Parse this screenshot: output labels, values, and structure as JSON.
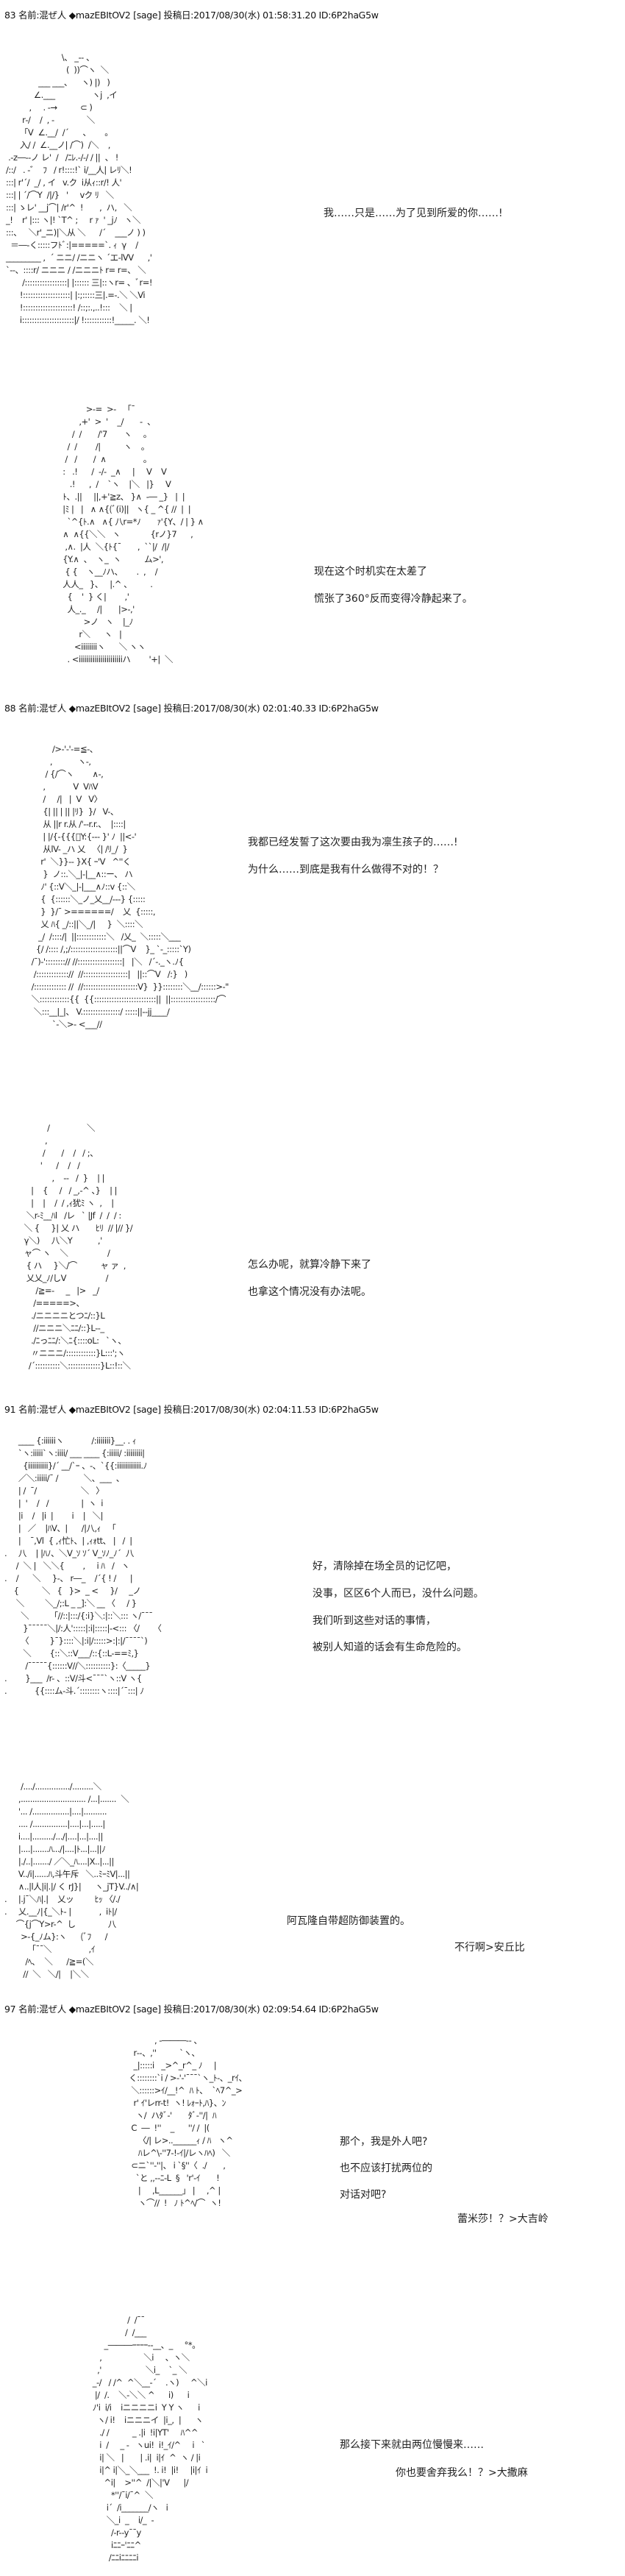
{
  "posts": [
    {
      "header": "83 名前:混ぜ人 ◆mazEBItOV2 [sage] 投稿日:2017/08/30(水) 01:58:31.20 ID:6P2haG5w",
      "panels": [
        {
          "art": [
            "                        \\、 _-- 、",
            "                          (  ))⌒ヽ  ＼",
            "              ___ ___、    ヽ) |)   )",
            "            ∠.___                ヽj  ,イ",
            "          ,     . -→          ⊂ )",
            "       r‐/    /  , -              ＼",
            "      「V  ∠.__/  /´      、      。",
            "      入/ /  ∠.__ノ| /⌒)  /＼    ,",
            " .-z―‐-ノ レ'  /   /ﾆﾚ.-/-/ / ||  、 !",
            "/::/   . -゛  ﾌ   / r!::::!` i/__人| レﾘ＼!",
            ":::| r'´/  _/ , イ   v.ク  i从ｨ::r/! 人'",
            ":::| | ´/⌒Y  /|/}   '     vク ﾘ   ＼",
            ":::| ゝレ' __j⌒| /r'^  !       ,  ハ,   ＼",
            "_!    r' |::: ヽ|! `T^ ;     r ｧ  ' _jﾉ   ヽ＼",
            ":::、   ＼r'_ニ)|＼从 ＼      /´    ___ノ ) )",
            "  ＝―‐く:::::フﾄﾞ:|=====`. ｨ  γ    /",
            "_________ ,  ´ ニニ/ /ニニヽ ´エ-lVV      ,'",
            "`‐-、::::r/ ニニニ / /ニニニﾄ r= r=、 ＼",
            "       /:::::::::::::::::| |:::::: 三|::ヽr= 、ﾞr=!",
            "      !:::::::::::::::::::| |:;:::::三|.=-.＼ ＼Vi",
            "      !::::::::::::::::::::! /::;:.,..!:::    ＼ |",
            "      i:::::::::::::::::::::|/ !:::::::::::!_____. ＼!"
          ],
          "lines": [
            "我……只是……为了见到所爱的你……!"
          ]
        },
        {
          "art": [
            "                  >-=  >-   「¯",
            "               ,+'  >  '    _/       -  、",
            "            /  /       /'7       ヽ     。",
            "          /  /        /|          ヽ    。",
            "         /   /       /  ∧                。",
            "        :   .!      /  -/-  _∧     |     V    V",
            "           .!      ,  /    `ヽ    |＼   |}     V",
            "        ﾄ、.||     ||,+'≧z、 }∧  -― _}   |  |",
            "        |ﾐ |   |   ∧ ∧{(ﾞ(i)||   ヽ{ _ ^{ //  |  |",
            "          `^{ﾄ.∧   ∧{ 八r=*ﾉ       ｧ'{Y、/ | } ∧",
            "        ∧  ∧{{＼＼   ヽ             {rノ}7      ,",
            "         ,∧.  |人  ＼{ﾄ{¯       ,  ``|/  /|/",
            "        {Y.∧  、  ヽ_  ヽ          ム>',",
            "         { {    ヽ__ﾉハ、      .  ,    /",
            "        人人_   }、   |.^ 、        .",
            "          {    '  } く|        ,'",
            "          人_._     /|       |>-,'",
            "                 >ノ   ヽ    |_ﾉ",
            "               r＼      ヽ   |",
            "             <iiiiiiiiヽ      ＼ ヽヽ",
            "          . <iiiiiiiiiiiiiiiiiiiiiiハ        '+|  ＼"
          ],
          "lines": [
            "现在这个时机实在太差了",
            "慌张了360°反而变得冷静起来了。"
          ]
        }
      ]
    },
    {
      "header": "88 名前:混ぜ人 ◆mazEBItOV2 [sage] 投稿日:2017/08/30(水) 02:01:40.33 ID:6P2haG5w",
      "panels": [
        {
          "art": [
            "             />-'-'-=≦-、",
            "            ,           ヽ-,",
            "          / {/⌒ヽ        ∧-,",
            "         ,            V  VﾊV",
            "         /     /|   |  V   V〉",
            "         {| || | || |ﾘ}  }/   V-、",
            "         从 ||r r.从 /'--r.r.、  |::::|",
            "         | |/{-{{{ﾞY:{--- }' ﾉ  ||<-'",
            "         从lV- _ハ 乂   〈| /ﾘ_/  }",
            "        r'  ＼}}-- }X{ ｰ'V   ^''く",
            "         }  ノ::.＼_|-|__∧::ー、 ハ",
            "        ﾉ' {::V＼_|-|___∧ﾉ::v {::＼",
            "        {  {::::::＼_ノ_乂__/---} {:::::",
            "        }  }/¯ >======/    乂  {:::::,",
            "        乂 ﾊ{ _/::||＼_/|     }  ＼::::＼",
            "       _/  /::::/|  ||::::::::::::＼   /乂_  ＼:::::＼___",
            "      {/ /:::: /,;/:::::::::::::::::::||⌒V    }_ `-_:::::`Y)",
            "    /¯)-'::::::::// //::::::::::::::::::|   |＼   /´-._ヽ.ﾉ{",
            "     /::::::::::::://  //::::::::::::::::::|   ||::⌒V   /:}   )",
            "    /::::::::::::: //  //::::::::::::::::::::::V}  }}::::::::＼__/::::::>-\"",
            "    ＼::::::::::::{{  {{:::::::::::::::::::::::::||  ||::::::::::::::::::/⌒",
            "     ＼:::__|_|、 V.:::::::::::::::/ :::::||--jj____/",
            "             `-＼>- <___//"
          ],
          "lines": [
            "我都已经发誓了这次要由我为凛生孩子的……!",
            "为什么……到底是我有什么做得不对的！？"
          ]
        },
        {
          "art": [
            "              /                ＼",
            "             ,",
            "            /       /    /   / ;、",
            "           '      /    /   /",
            "                ,    --   /  }    | |",
            "       |    {     /   / _,-^ 、}    | |",
            "       |    |    /  / ,ｨ犹ﾐ ヽ  ,    |",
            "     ＼r-ﾐ__ﾊl   /レ   ` |Jf  /  /  / :",
            "    ＼ {     }| 乂 ハ       ﾋﾘ  // |// }/",
            "    γ＼)     八＼Y           ,'",
            "    ャ⌒ ヽ    ＼                 /",
            "     { ハ     }＼/⌒          ャ ァ  ,",
            "     乂乂_ﾉ/しV                 /",
            "         /≧=-     _   |>   _/",
            "        /=====>、",
            "       ./ニニニニとつﾆ/::}L",
            "        //ニニニ＼ﾆﾆ/::}L--_",
            "       ./ﾆっﾆﾆ/:＼ﾆ{::::oL:   `ヽ、",
            "       〃ニニニ/::::::::::::}L:::';ヽ",
            "      /´::::::::::＼:::::::::::::}L::!::＼"
          ],
          "lines": [
            "怎么办呢，就算冷静下来了",
            "也拿这个情况没有办法呢。"
          ]
        }
      ]
    },
    {
      "header": "91 名前:混ぜ人 ◆mazEBItOV2 [sage] 投稿日:2017/08/30(水) 02:04:11.53 ID:6P2haG5w",
      "panels": [
        {
          "art": [
            "      ____ {:iiiiiiヽ            /:iiiiiii}__. . ｨ",
            "      `ヽ:iiiii`ヽ:iiii/ ___ ____ {:iiiii/ :iiiiiiii|",
            "        {iiiiiiiiii}/´ __/`ｰ 、-、`{{:iiiiiiiiiiii.ﾉ",
            "      ／＼:iiiii/¯ /           ＼、___  、",
            "      | /  ¯/                   ＼   〉",
            "      |  '    /   /              |  ヽ  i",
            "      |i    /   |i  |        i    |   ＼|",
            "      |   ／    |ﾊV、|      /|八,ｨ   「",
            "      |    ¯,Vl  { ,ｨ忙ﾄ、| ,ｨｫtt、 |   /  |",
            ".     八    | |ﾊﾉ、＼V_ｿ ｿ´ V_ｿﾉ_ﾉ´  八",
            "     /  ＼ |   ＼＼{        ,     i ﾊ   /   ヽ",
            ".    /      ＼     }-、 r―_    /´{ ! /      |",
            "    {          ＼   {   }>  _ <     }/     _ノ",
            "     ＼         ＼_/;:L _ _]:＼ __ 〈     / }",
            "       ＼         「//::|:::/{:i}＼:|::＼::: ヽ/¯¯¯",
            "        }¯¯¯¯¯＼|/:人':::::|:i|:::::|-<::: 〈/      〈",
            "       〈         }¯}::::＼|:i|/:::::>:|:|/¯¯¯¯`)",
            "        ＼        {::＼::V___/::{::L-==ﾐ,}",
            "         /¯¯¯¯¯{::::::V//＼::::::::::}:〈_____}",
            ".        }___  /r- 、::V/斗<¯¯¯`ヽ::V ヽ{",
            ".            {{::::ム-斗.´::::::::ヽ::::|´¯:::| ﾉ"
          ],
          "lines": [
            "好，清除掉在场全员的记忆吧，",
            "没事，区区6个人而已，没什么问题。",
            "我们听到这些对话的事情，",
            "被别人知道的话会有生命危险的。"
          ]
        },
        {
          "art": [
            "       /..../.............../.........＼",
            "      ,............................ /...|.......  ＼",
            "      '... /................|....|..........",
            "      .... /...............|....|...|.....|",
            "      i....|........./.../|....|...|....||",
            "      |....|.......ﾊ.../|....|ﾄ...|...||ﾉ",
            "      |./..|......./ ／＼_ﾊ....|X..|...||",
            "      V../i|......ﾊ,斗午斥   ＼..ﾐｰﾐV|...||",
            "      ∧..|l人|i|.|/ く rJ}|      ヽ_jT}V../∧|",
            ".     |.j¯＼ﾊ|.|    乂ッ         ﾋｯ 〈/./",
            ".     乂.__ﾉ|{_＼ﾄ- |            ,  iﾄ|/",
            "     ⌒{j⌒Y>r-^  し              八",
            "       >-{_ﾉム}:ヽ      (ﾞﾌ      /",
            "          「¯¯＼                ,ｲ",
            "         /ﾍ、  ＼      /≧=(＼",
            "        //  ＼   ＼/|    |＼＼"
          ],
          "lines": [
            "阿瓦隆自带超防御装置的。",
            "不行啊>安丘比"
          ]
        }
      ]
    },
    {
      "header": "97 名前:混ぜ人 ◆mazEBItOV2 [sage] 投稿日:2017/08/30(水) 02:09:54.64 ID:6P2haG5w",
      "panels": [
        {
          "art": [
            "                   , -―――-- 、",
            "          r‐-、,''          `ヽ、",
            "          _|:::::i   _>^_r^_ ﾉ     |",
            "        く::::::::`i / >-'-'¯¯¯`ヽ_ﾄ-、_rｲ、",
            "         ＼::::::>ｲ/__!^  ﾊ ﾄ、  `ﾍ7^_>",
            "          r' ｲ'レrr-t!  ヽ! ﾚｫｰﾄ,ﾊ}、ﾝ",
            "           ヽ/  ハﾀﾞ-'       ﾀﾞ-''/|  ﾊ",
            "         C  ―  !''    _      ''/ /  |(",
            "            〈/| レ>..______ｨ / ﾊ   ヽ^",
            "            ﾊレ^\\-''7-!-ｲ|/レヽﾊﾍ)   ＼",
            "         ⊂ニ`''-''|、 i `§''〈  ./       ,",
            "           `と ,,--ﾆ-L  §   'r'-ｲ       !",
            "            |     ,L______」 |     ,^ |",
            "            ヽ⌒//  !   ﾉ ﾄ^ﾍ/⌒  ヽ!"
          ],
          "lines": [
            "那个，我是外人吧?",
            "也不应该打扰两位的",
            "对话对吧?",
            "蕾米莎！？>大吉岭"
          ]
        },
        {
          "art": [
            "                    /  /¯¯",
            "                   /  /___",
            "          _―――ｰｰｰｰ--__、_     °*。",
            "        ,                  ＼i     、ヽ＼",
            "       ,'                   ＼i_    `_ ＼",
            "     _-/   / /^  ^＼__-´    .ヽ)     ^＼i",
            "      |/  /.    ＼-＼＼ ^      i)      i",
            "     ﾉ'i  i/i    iニニニニi  Y Y ヽ      i",
            "       ヽ/ i!    iニニニイ  |i_,  |      ヽ",
            "        ./ /          _ .|i  !i|YT'     ﾊ^^",
            "        i  /     _ -   ヽui!  i!_ｲ/^     i   `",
            "        i| ＼   |       | .i|  i|ｲ  ^  ヽ / |i",
            "        i|^ i|＼_＼___  !. i!  |i!     |i|ｲ  i",
            "          ^i|    >''^  /|＼|'V      |/",
            "             *''/¯i/¯^  ＼",
            "           i´  /i_______/ヽ   i",
            "           ＼_i  _    i/_  -",
            "             /-r--y¯¯y",
            "             iﾆﾆｰ'ﾆﾆ^",
            "            /ﾆﾆiﾆﾆﾆﾆi"
          ],
          "lines": [
            "那么接下来就由两位慢慢来……",
            "你也要舍弃我么！？>大撒麻"
          ]
        }
      ]
    }
  ]
}
